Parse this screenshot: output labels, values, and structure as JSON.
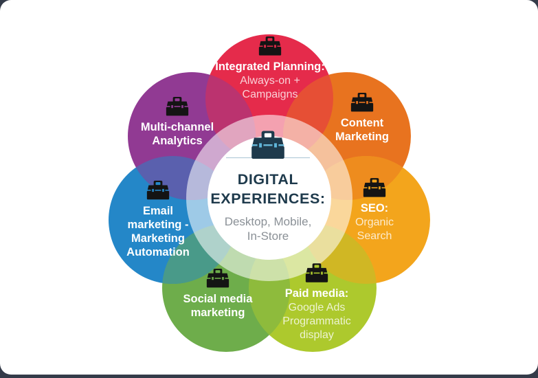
{
  "frame_color": "#343b49",
  "background": "#ffffff",
  "icon_color": "#141414",
  "ring_opacity_note": "inner translucent ring is white over petal colors",
  "center": {
    "icon": "toolbox-icon",
    "title": "DIGITAL\nEXPERIENCES:",
    "subtitle": "Desktop, Mobile,\nIn-Store",
    "title_color": "#1e3a4c",
    "subtitle_color": "#8a9096",
    "icon_body_color": "#1e3a4c",
    "icon_handle_gap_color": "#ffffff",
    "icon_accent_color": "#5fb6da",
    "divider_color": "#a7c4d2"
  },
  "petals": [
    {
      "id": "integrated-planning",
      "icon": "toolbox-icon",
      "color": "#e52b4b",
      "title": "Integrated Planning:",
      "subtitle": "Always-on +\nCampaigns"
    },
    {
      "id": "content-marketing",
      "icon": "toolbox-icon",
      "color": "#e8731f",
      "title": "Content\nMarketing",
      "subtitle": ""
    },
    {
      "id": "seo",
      "icon": "toolbox-icon",
      "color": "#f3a51c",
      "title": "SEO:",
      "subtitle": "Organic\nSearch"
    },
    {
      "id": "paid-media",
      "icon": "toolbox-icon",
      "color": "#adc92d",
      "title": "Paid media:",
      "subtitle": "Google Ads\nProgrammatic\ndisplay"
    },
    {
      "id": "social-media-marketing",
      "icon": "toolbox-icon",
      "color": "#6ead4b",
      "title": "Social media\nmarketing",
      "subtitle": ""
    },
    {
      "id": "email-marketing",
      "icon": "toolbox-icon",
      "color": "#2487c8",
      "title": "Email\nmarketing -\nMarketing\nAutomation",
      "subtitle": ""
    },
    {
      "id": "multichannel-analytics",
      "icon": "toolbox-icon",
      "color": "#913a93",
      "title": "Multi-channel\nAnalytics",
      "subtitle": ""
    }
  ],
  "overlaps": [
    {
      "between": "integrated-planning/content-marketing",
      "color": "#e64f35"
    },
    {
      "between": "content-marketing/seo",
      "color": "#ee8c1e"
    },
    {
      "between": "seo/paid-media",
      "color": "#d0b724"
    },
    {
      "between": "paid-media/social-media-marketing",
      "color": "#8ebb3c"
    },
    {
      "between": "social-media-marketing/email-marketing",
      "color": "#499a89"
    },
    {
      "between": "email-marketing/multichannel-analytics",
      "color": "#5a60ae"
    },
    {
      "between": "multichannel-analytics/integrated-planning",
      "color": "#bb336f"
    }
  ]
}
